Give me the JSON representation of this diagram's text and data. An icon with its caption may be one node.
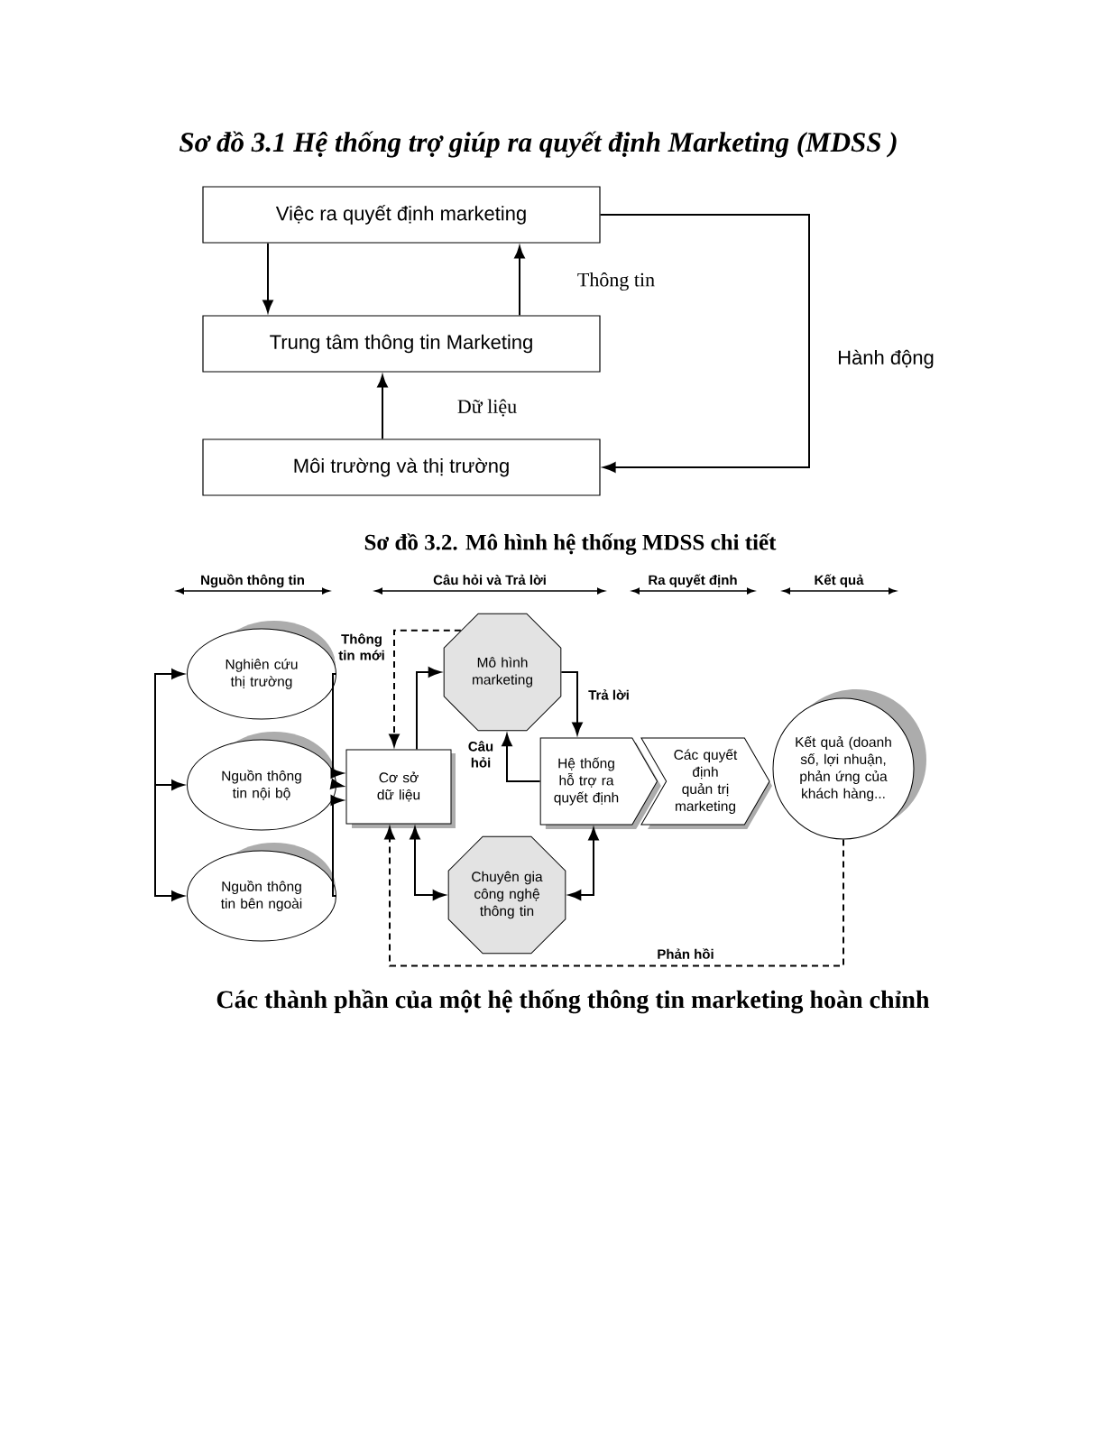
{
  "diagram": {
    "title": "Sơ đồ 3.1 Hệ thống trợ giúp ra quyết định Marketing (MDSS )",
    "caption": "Các thành phần của một hệ thống thông tin marketing hoàn chỉnh",
    "nodes": [
      {
        "text": [
          "Việc ra quyết định marketing"
        ]
      },
      {
        "text": [
          "Trung tâm thông tin Marketing"
        ]
      },
      {
        "text": [
          "Môi trường và thị trường"
        ]
      },
      {
        "text": [
          "Nghiên cứu thị trường"
        ]
      },
      {
        "text": [
          "Nguồn thông tin nội bộ"
        ]
      },
      {
        "text": [
          "Nguồn thông tin bên ngoài"
        ]
      },
      {
        "text": [
          "Cơ sở dữ liệu"
        ]
      },
      {
        "text": [
          "Mô hình marketing"
        ]
      },
      {
        "text": [
          "Hệ thống hỗ trợ ra quyết định"
        ]
      },
      {
        "text": [
          "Các quyết định quản trị marketing"
        ]
      },
      {
        "text": [
          "Kết quả (doanh số, lợi nhuận, phản ứng của khách hàng..."
        ]
      },
      {
        "text": [
          "Chuyên gia công nghệ thông tin"
        ]
      }
    ],
    "edges": [
      {
        "from": 0,
        "to": 1,
        "arrow": "to"
      },
      {
        "from": 1,
        "to": 0,
        "arrow": "to",
        "label": "Thông tin"
      },
      {
        "from": 2,
        "to": 1,
        "arrow": "to",
        "label": "Dữ liệu"
      },
      {
        "from": 0,
        "to": 2,
        "arrow": "to",
        "label": "Hành động"
      },
      {
        "from": null,
        "to": 3,
        "arrow": "to"
      },
      {
        "from": null,
        "to": 4,
        "arrow": "to"
      },
      {
        "from": null,
        "to": 5,
        "arrow": "to"
      },
      {
        "from": 3,
        "to": 6,
        "arrow": "to"
      },
      {
        "from": 4,
        "to": 6,
        "arrow": "to"
      },
      {
        "from": 5,
        "to": 6,
        "arrow": "to"
      },
      {
        "from": 6,
        "to": 7,
        "arrow": "to"
      },
      {
        "from": 7,
        "to": 8,
        "arrow": "to",
        "label": "Trả lời"
      },
      {
        "from": 8,
        "to": 7,
        "arrow": "to",
        "label": "Câu hỏi"
      },
      {
        "from": 7,
        "to": 6,
        "arrow": "to",
        "label": "Thông tin mới",
        "style": "dashed"
      },
      {
        "from": 6,
        "to": 11,
        "arrow": "both"
      },
      {
        "from": 8,
        "to": 11,
        "arrow": "both"
      },
      {
        "from": 10,
        "to": 6,
        "arrow": "to",
        "label": "Phản hồi",
        "style": "dashed"
      }
    ],
    "labels": [
      "Sơ đồ 3.2. Mô hình hệ thống MDSS chi tiết",
      "Nguồn thông tin",
      "Câu hỏi và Trả lời",
      "Ra quyết định",
      "Kết quả"
    ]
  }
}
